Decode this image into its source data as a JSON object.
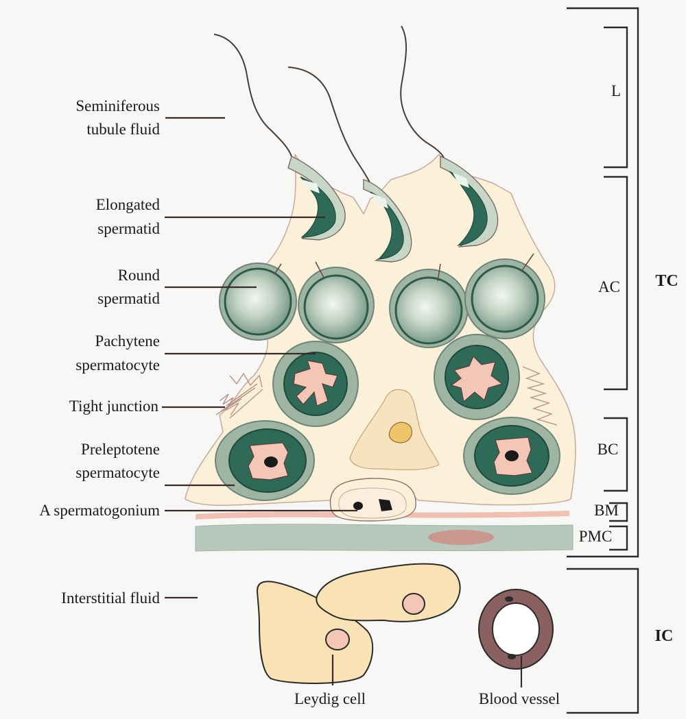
{
  "left_labels": {
    "seminiferous_fluid": [
      "Seminiferous",
      "tubule fluid"
    ],
    "elongated_spermatid": [
      "Elongated",
      "spermatid"
    ],
    "round_spermatid": [
      "Round",
      "spermatid"
    ],
    "pachytene_spermatocyte": [
      "Pachytene",
      "spermatocyte"
    ],
    "tight_junction": "Tight junction",
    "preleptotene_spermatocyte": [
      "Preleptotene",
      "spermatocyte"
    ],
    "a_spermatogonium": "A spermatogonium",
    "interstitial_fluid": "Interstitial fluid"
  },
  "bottom_labels": {
    "leydig_cell": "Leydig cell",
    "blood_vessel": "Blood vessel"
  },
  "compartments": {
    "L": "L",
    "AC": "AC",
    "BC": "BC",
    "BM": "BM",
    "PMC": "PMC",
    "TC": "TC",
    "IC": "IC"
  },
  "colors": {
    "background": "#f7f8f6",
    "sertoli_cytoplasm": "#fbf1d9",
    "cell_dark_green": "#2e6a57",
    "cell_mid_green": "#9fb5a3",
    "cell_light_green": "#cfdccf",
    "nucleus_pink": "#f3c6b6",
    "basement_membrane": "#f0b9a8",
    "peritubular_layer": "#b9c8bd",
    "leydig_fill": "#f9e2b4",
    "vessel_brown": "#8a6060"
  }
}
